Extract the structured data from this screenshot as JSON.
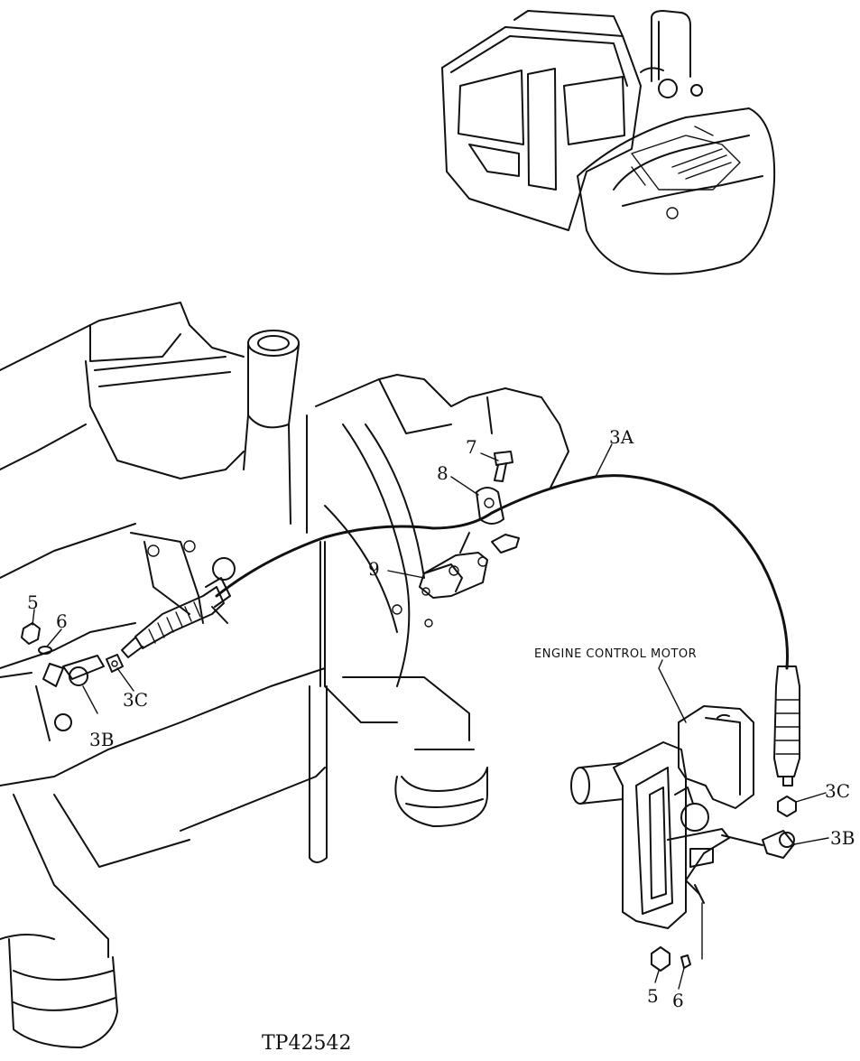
{
  "figure_id": "TP42542",
  "callout_text": "ENGINE CONTROL MOTOR",
  "labels": {
    "cable": "3A",
    "ball_joint_left": "3B",
    "ball_joint_right": "3B",
    "nut_left": "3C",
    "nut_right": "3C",
    "lock_nut_left": "5",
    "lock_nut_right": "5",
    "washer_left": "6",
    "washer_right": "6",
    "bolt": "7",
    "clamp": "8",
    "bracket": "9"
  }
}
